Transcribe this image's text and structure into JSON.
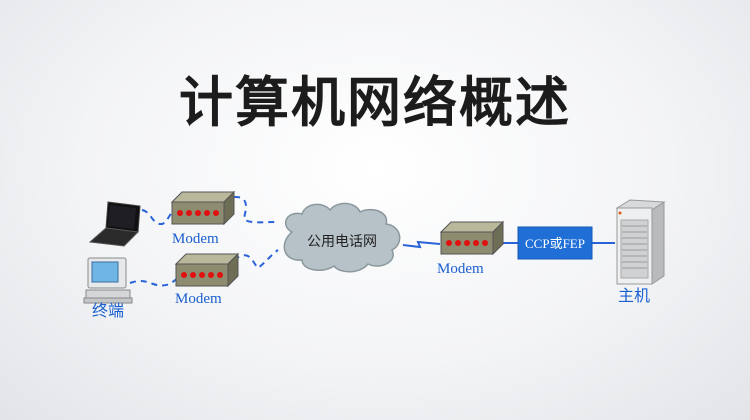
{
  "title": "计算机网络概述",
  "nodes": {
    "terminal_label": "终端",
    "modem1_label": "Modem",
    "modem2_label": "Modem",
    "modem3_label": "Modem",
    "cloud_label": "公用电话网",
    "ccp_label": "CCP或FEP",
    "host_label": "主机"
  },
  "colors": {
    "link": "#2a62d8",
    "ccp_box": "#1f6fd6",
    "label": "#1a5fd0",
    "modem_led": "#e01010"
  }
}
